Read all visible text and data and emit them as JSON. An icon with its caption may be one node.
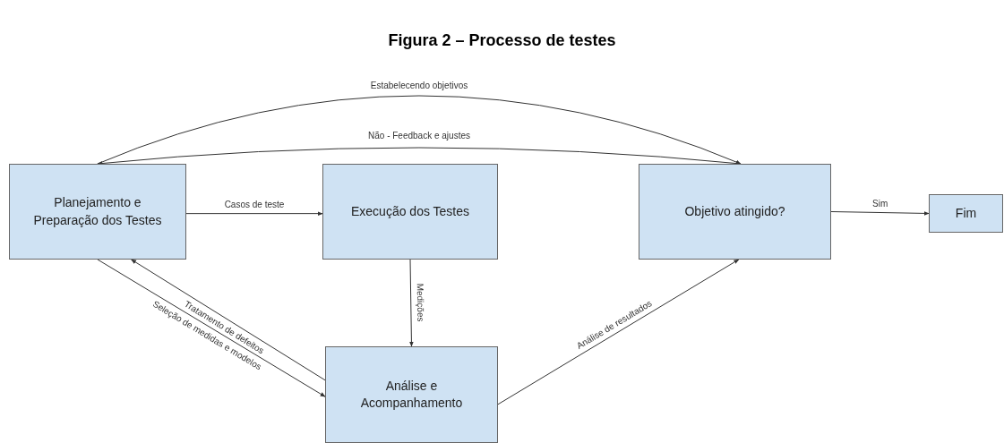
{
  "diagram": {
    "title": "Figura 2 – Processo de testes",
    "nodes": [
      {
        "text": [
          "Planejamento e Preparação dos Testes"
        ]
      },
      {
        "text": [
          "Execução dos Testes"
        ]
      },
      {
        "text": [
          "Análise e Acompanhamento"
        ]
      },
      {
        "text": [
          "Objetivo atingido?"
        ]
      },
      {
        "text": [
          "Fim"
        ]
      }
    ],
    "edges": [
      {
        "from": 0,
        "to": 3,
        "arrow": "to",
        "label": "Estabelecendo objetivos"
      },
      {
        "from": 3,
        "to": 0,
        "arrow": "to",
        "label": "Não - Feedback e ajustes"
      },
      {
        "from": 0,
        "to": 1,
        "arrow": "to",
        "label": "Casos de teste"
      },
      {
        "from": 1,
        "to": 2,
        "arrow": "to",
        "label": "Medições"
      },
      {
        "from": 2,
        "to": 0,
        "arrow": "to",
        "label": "Tratamento de defeitos"
      },
      {
        "from": 0,
        "to": 2,
        "arrow": "to",
        "label": "Seleção de medidas e modelos"
      },
      {
        "from": 2,
        "to": 3,
        "arrow": "to",
        "label": "Análise de resultados"
      },
      {
        "from": 3,
        "to": 4,
        "arrow": "to",
        "label": "Sim"
      }
    ]
  }
}
